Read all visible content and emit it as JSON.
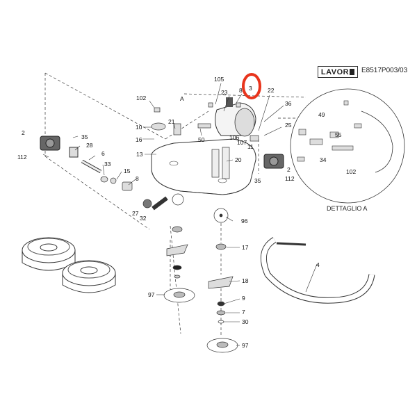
{
  "header": {
    "brand": "LAVOR",
    "code": "E8517P003/03"
  },
  "detail_caption": "DETTAGLIO A",
  "detail_marker": "A",
  "highlight_color": "#e8341c",
  "parts": [
    {
      "label": "105"
    },
    {
      "label": "8"
    },
    {
      "label": "23"
    },
    {
      "label": "3"
    },
    {
      "label": "22"
    },
    {
      "label": "102"
    },
    {
      "label": "36"
    },
    {
      "label": "10"
    },
    {
      "label": "21"
    },
    {
      "label": "25"
    },
    {
      "label": "16"
    },
    {
      "label": "50"
    },
    {
      "label": "106"
    },
    {
      "label": "107"
    },
    {
      "label": "11"
    },
    {
      "label": "13"
    },
    {
      "label": "20"
    },
    {
      "label": "2"
    },
    {
      "label": "35"
    },
    {
      "label": "112"
    },
    {
      "label": "2"
    },
    {
      "label": "35"
    },
    {
      "label": "28"
    },
    {
      "label": "112"
    },
    {
      "label": "6"
    },
    {
      "label": "33"
    },
    {
      "label": "15"
    },
    {
      "label": "8"
    },
    {
      "label": "27"
    },
    {
      "label": "32"
    },
    {
      "label": "96"
    },
    {
      "label": "17"
    },
    {
      "label": "18"
    },
    {
      "label": "9"
    },
    {
      "label": "7"
    },
    {
      "label": "30"
    },
    {
      "label": "97"
    },
    {
      "label": "97"
    },
    {
      "label": "4"
    },
    {
      "label": "49"
    },
    {
      "label": "55"
    },
    {
      "label": "34"
    },
    {
      "label": "102"
    }
  ]
}
